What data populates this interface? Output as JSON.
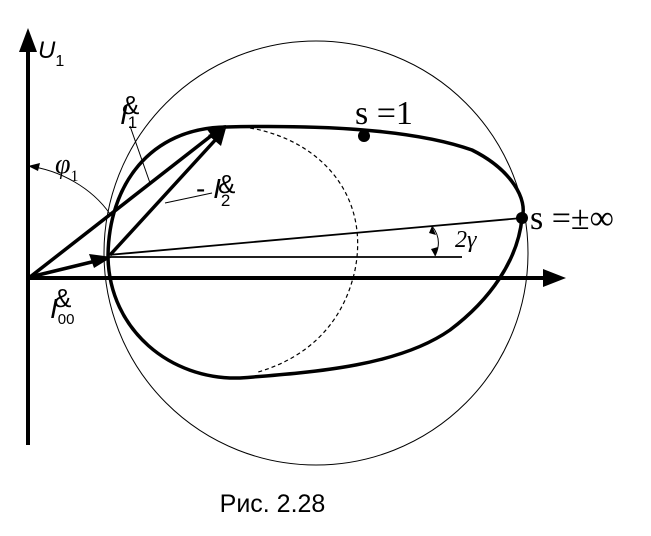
{
  "labels": {
    "u_axis": {
      "main": "U",
      "sub": "1"
    },
    "i1": {
      "glyph": "&",
      "main": "I",
      "sub": "1"
    },
    "i2": {
      "prefix": "- ",
      "glyph": "&",
      "main": "I",
      "sub": "2"
    },
    "i00": {
      "glyph": "&",
      "main": "I",
      "sub": "00"
    },
    "phi1": {
      "main": "φ",
      "sub": "1"
    },
    "s_one": "s =1",
    "s_inf": "s =±∞",
    "two_gamma": "2γ"
  },
  "caption": "Рис. 2.28"
}
